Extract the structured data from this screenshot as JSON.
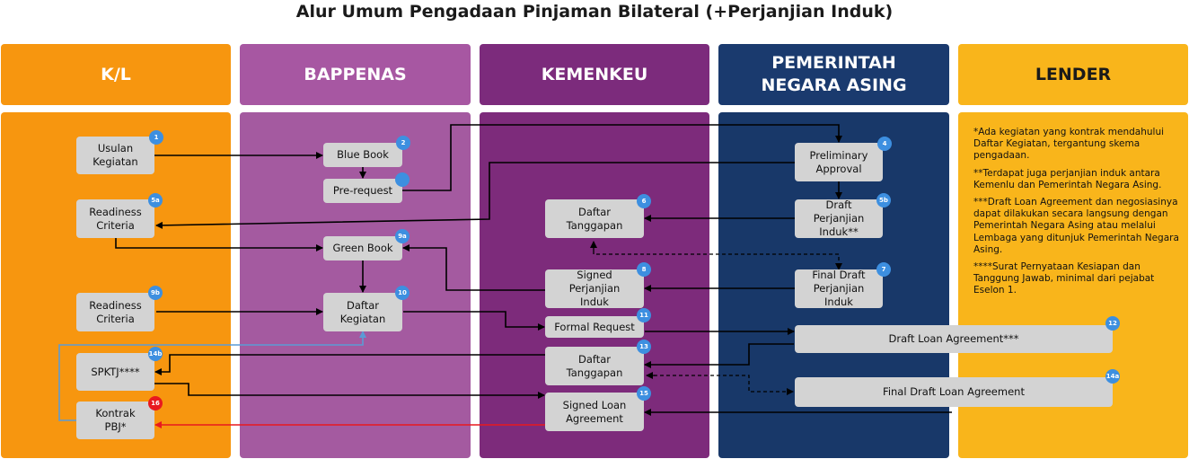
{
  "title": "Alur Umum Pengadaan Pinjaman Bilateral (+Perjanjian Induk)",
  "lanes": {
    "kl": "K/L",
    "bappenas": "BAPPENAS",
    "kemenkeu": "KEMENKEU",
    "pna": "PEMERINTAH NEGARA ASING",
    "lender": "LENDER"
  },
  "colors": {
    "kl_head": "#f7960f",
    "kl_body": "#f7960f",
    "bappenas_head": "#a757a2",
    "bappenas_body": "#a45aa0",
    "kemenkeu_head": "#7c2b7c",
    "kemenkeu_body": "#7d2b7b",
    "pna_head": "#1a3a6e",
    "pna_body": "#183869",
    "lender_head": "#f9b51b",
    "lender_body": "#f9b51b",
    "box": "#d3d3d3",
    "badge": "#3d8fe0",
    "badge_red": "#e8191f",
    "arrow": "#000000",
    "arrow_red": "#e8191f",
    "arrow_blue": "#5b9bd5"
  },
  "boxes": {
    "usulan": "Usulan Kegiatan",
    "rc5a": "Readiness Criteria",
    "rc9b": "Readiness Criteria",
    "spktj": "SPKTJ****",
    "kontrak": "Kontrak PBJ*",
    "bluebook": "Blue Book",
    "prerequest": "Pre-request",
    "greenbook": "Green Book",
    "daftar_kegiatan": "Daftar Kegiatan",
    "daftar_tanggapan_6": "Daftar Tanggapan",
    "signed_pi": "Signed Perjanjian Induk",
    "formal_request": "Formal Request",
    "daftar_tanggapan_13": "Daftar Tanggapan",
    "signed_la": "Signed Loan Agreement",
    "preliminary": "Preliminary Approval",
    "draft_pi": "Draft Perjanjian Induk**",
    "final_pi": "Final Draft Perjanjian Induk",
    "draft_la": "Draft Loan Agreement***",
    "final_la": "Final Draft Loan Agreement"
  },
  "badges": {
    "b1": "1",
    "b2": "2",
    "b3": "",
    "b4": "4",
    "b5a": "5a",
    "b5b": "5b",
    "b6": "6",
    "b7": "7",
    "b8": "8",
    "b9a": "9a",
    "b9b": "9b",
    "b10": "10",
    "b11": "11",
    "b12": "12",
    "b13": "13",
    "b14a": "14a",
    "b14b": "14b",
    "b15": "15",
    "b16": "16"
  },
  "notes": [
    "*Ada kegiatan yang kontrak mendahului Daftar Kegiatan, tergantung skema pengadaan.",
    "**Terdapat juga perjanjian induk antara Kemenlu  dan Pemerintah Negara Asing.",
    "***Draft Loan Agreement dan negosiasinya dapat dilakukan secara langsung dengan Pemerintah Negara Asing atau melalui Lembaga yang ditunjuk Pemerintah Negara Asing.",
    "****Surat Pernyataan Kesiapan dan Tanggung Jawab, minimal dari pejabat Eselon 1."
  ]
}
